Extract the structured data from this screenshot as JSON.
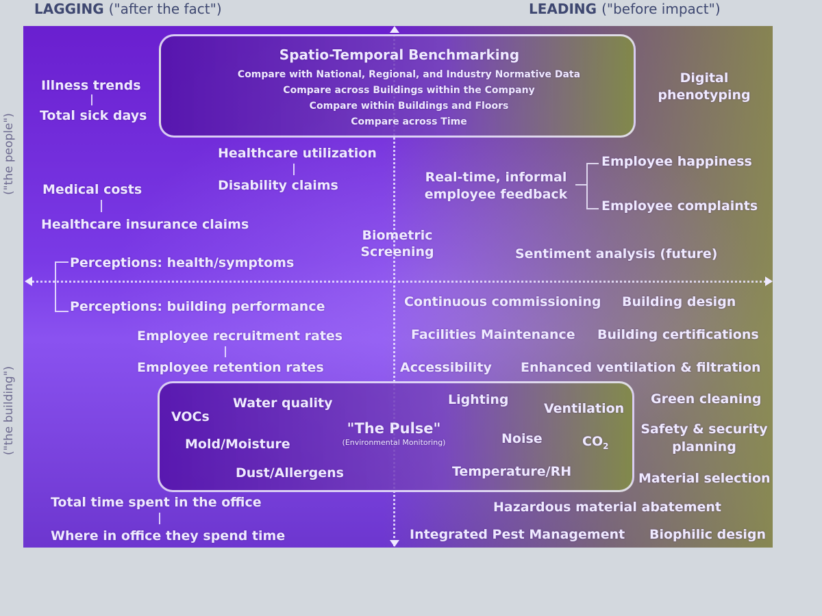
{
  "headers": {
    "lagging": {
      "main": "LAGGING",
      "sub": "(\"after the fact\")"
    },
    "leading": {
      "main": "LEADING",
      "sub": "(\"before impact\")"
    }
  },
  "side_axes": {
    "people": "(\"the people\")",
    "building": "(\"the building\")"
  },
  "benchmark": {
    "title": "Spatio-Temporal Benchmarking",
    "lines": [
      "Compare with National, Regional, and Industry Normative Data",
      "Compare across Buildings within the Company",
      "Compare within Buildings and Floors",
      "Compare across Time"
    ]
  },
  "people_lagging": {
    "illness_trends": "Illness trends",
    "total_sick_days": "Total sick days",
    "healthcare_utilization": "Healthcare utilization",
    "disability_claims": "Disability claims",
    "medical_costs": "Medical costs",
    "healthcare_insurance_claims": "Healthcare insurance claims",
    "perceptions_health": "Perceptions: health/symptoms",
    "perceptions_building": "Perceptions: building performance"
  },
  "people_leading": {
    "digital_phenotyping": [
      "Digital",
      "phenotyping"
    ],
    "realtime_feedback": [
      "Real-time, informal",
      "employee feedback"
    ],
    "employee_happiness": "Employee happiness",
    "employee_complaints": "Employee complaints",
    "sentiment_analysis": "Sentiment analysis (future)"
  },
  "biometric": [
    "Biometric",
    "Screening"
  ],
  "building_lagging": {
    "recruitment_rates": "Employee recruitment rates",
    "retention_rates": "Employee retention rates",
    "total_time_office": "Total time spent in the office",
    "where_in_office": "Where in office they spend time"
  },
  "building_leading": {
    "continuous_commissioning": "Continuous commissioning",
    "building_design": "Building design",
    "facilities_maintenance": "Facilities Maintenance",
    "building_certifications": "Building certifications",
    "accessibility": "Accessibility",
    "enhanced_ventilation": "Enhanced ventilation & filtration",
    "green_cleaning": "Green cleaning",
    "safety_security": [
      "Safety & security",
      "planning"
    ],
    "material_selection": "Material selection",
    "hazardous_abatement": "Hazardous material abatement",
    "integrated_pest": "Integrated Pest Management",
    "biophilic_design": "Biophilic design"
  },
  "pulse": {
    "title": "\"The Pulse\"",
    "subtitle": "(Environmental Monitoring)",
    "water_quality": "Water quality",
    "lighting": "Lighting",
    "ventilation": "Ventilation",
    "vocs": "VOCs",
    "noise": "Noise",
    "co2": "CO",
    "co2_sub": "2",
    "mold": "Mold/Moisture",
    "dust": "Dust/Allergens",
    "temperature": "Temperature/RH"
  }
}
